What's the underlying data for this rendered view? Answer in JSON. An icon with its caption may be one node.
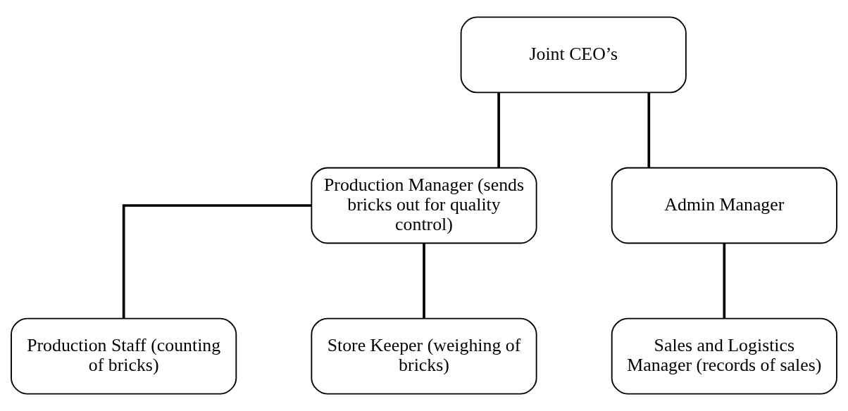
{
  "diagram": {
    "nodes": [
      {
        "text": [
          "Joint CEO’s"
        ]
      },
      {
        "text": [
          "Production Manager (sends bricks out for quality control)"
        ]
      },
      {
        "text": [
          "Admin Manager"
        ]
      },
      {
        "text": [
          "Production Staff (counting of bricks)"
        ]
      },
      {
        "text": [
          "Store Keeper (weighing of bricks)"
        ]
      },
      {
        "text": [
          "Sales and Logistics Manager (records of sales)"
        ]
      }
    ],
    "edges": [
      {
        "from": 0,
        "to": 1,
        "arrow": "none"
      },
      {
        "from": 0,
        "to": 2,
        "arrow": "none"
      },
      {
        "from": 1,
        "to": 3,
        "arrow": "none"
      },
      {
        "from": 1,
        "to": 4,
        "arrow": "none"
      },
      {
        "from": 2,
        "to": 5,
        "arrow": "none"
      }
    ]
  }
}
